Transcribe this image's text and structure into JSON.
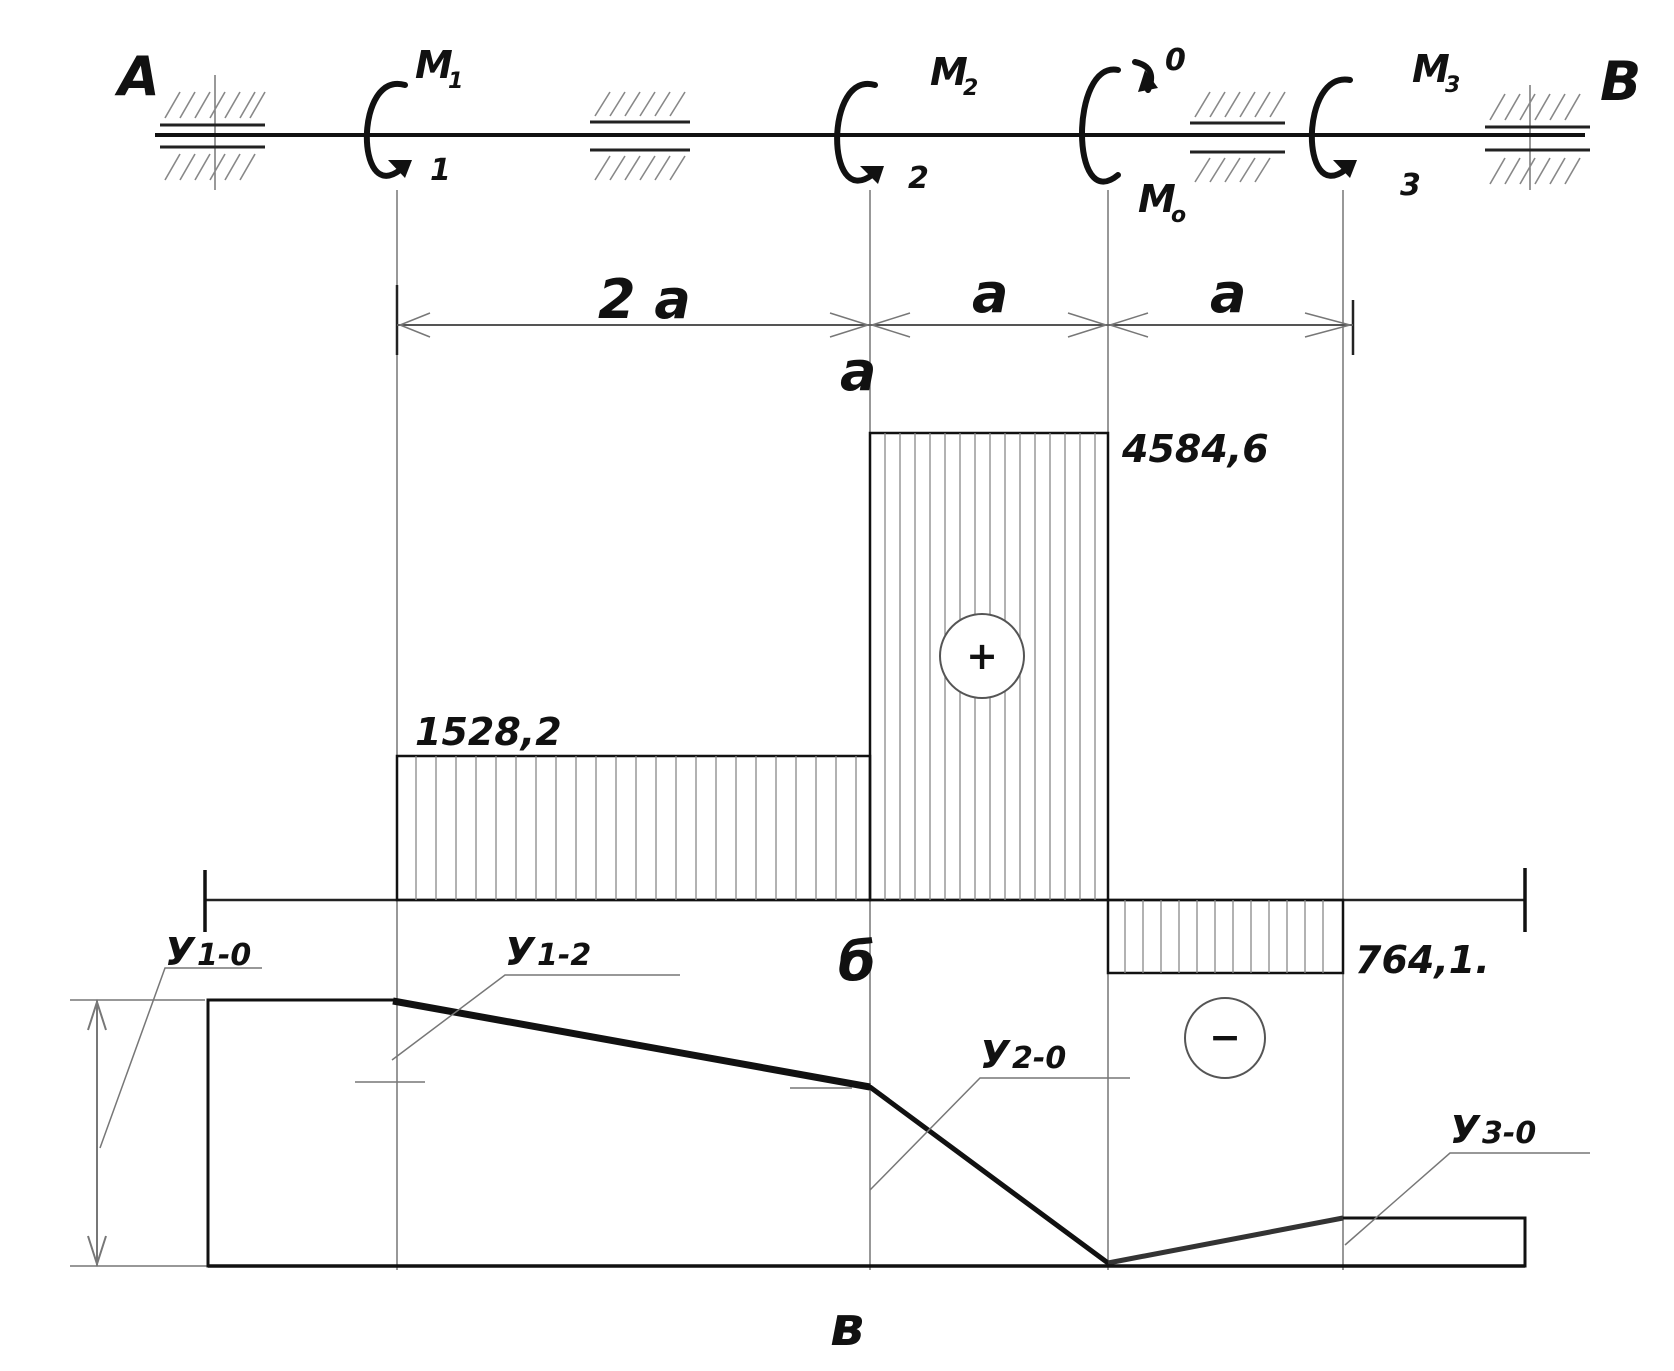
{
  "shaft": {
    "support_left_label": "A",
    "support_right_label": "B",
    "moments": [
      {
        "label": "M",
        "sub": "1",
        "section": "1"
      },
      {
        "label": "M",
        "sub": "2",
        "section": "2"
      },
      {
        "label": "M",
        "sub": "o",
        "section": "0",
        "section_top": "0"
      },
      {
        "label": "M",
        "sub": "3",
        "section": "3"
      }
    ]
  },
  "dimensions": {
    "segment_1": "2 a",
    "segment_2": "a",
    "segment_3": "a",
    "under_label": "a"
  },
  "torque_diagram": {
    "value_1": "1528,2",
    "value_2": "4584,6",
    "value_3": "764,1.",
    "sign_positive": "+",
    "sign_negative": "−",
    "label": "б"
  },
  "twist_diagram": {
    "label": "в",
    "labels": [
      {
        "main": "У",
        "sub": "1-0"
      },
      {
        "main": "У",
        "sub": "1-2"
      },
      {
        "main": "У",
        "sub": "2-0"
      },
      {
        "main": "У",
        "sub": "3-0"
      }
    ]
  }
}
